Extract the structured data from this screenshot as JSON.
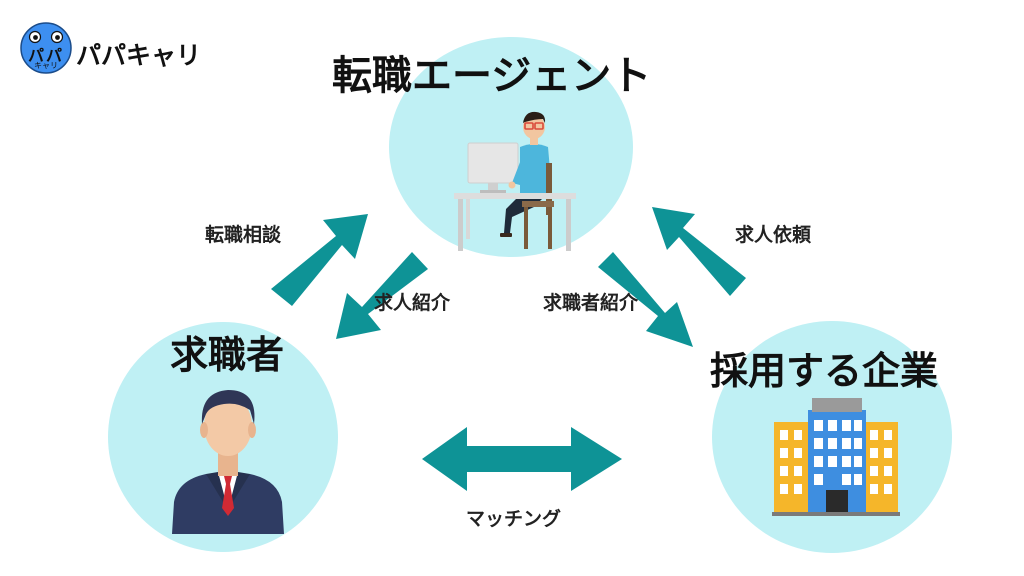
{
  "brand": {
    "logo_text": "パパ",
    "logo_subtext": "キャリ",
    "name": "パパキャリ"
  },
  "nodes": {
    "agent": {
      "title": "転職エージェント"
    },
    "seeker": {
      "title": "求職者"
    },
    "company": {
      "title": "採用する企業"
    }
  },
  "edges": {
    "consult": "転職相談",
    "job_intro": "求人紹介",
    "candidate_intro": "求職者紹介",
    "job_request": "求人依頼",
    "matching": "マッチング"
  },
  "colors": {
    "circle": "#bff0f4",
    "arrow": "#0e9396",
    "logo": "#3d8ff0"
  }
}
